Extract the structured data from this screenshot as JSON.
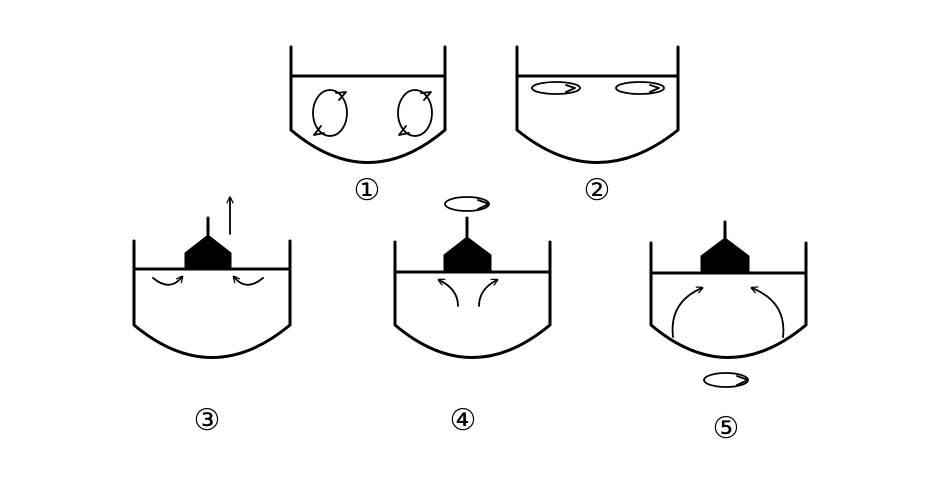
{
  "vessels": [
    {
      "id": "v1",
      "label": "①"
    },
    {
      "id": "v2",
      "label": "②"
    },
    {
      "id": "v3",
      "label": "③"
    },
    {
      "id": "v4",
      "label": "④"
    },
    {
      "id": "v5",
      "label": "⑤"
    }
  ]
}
